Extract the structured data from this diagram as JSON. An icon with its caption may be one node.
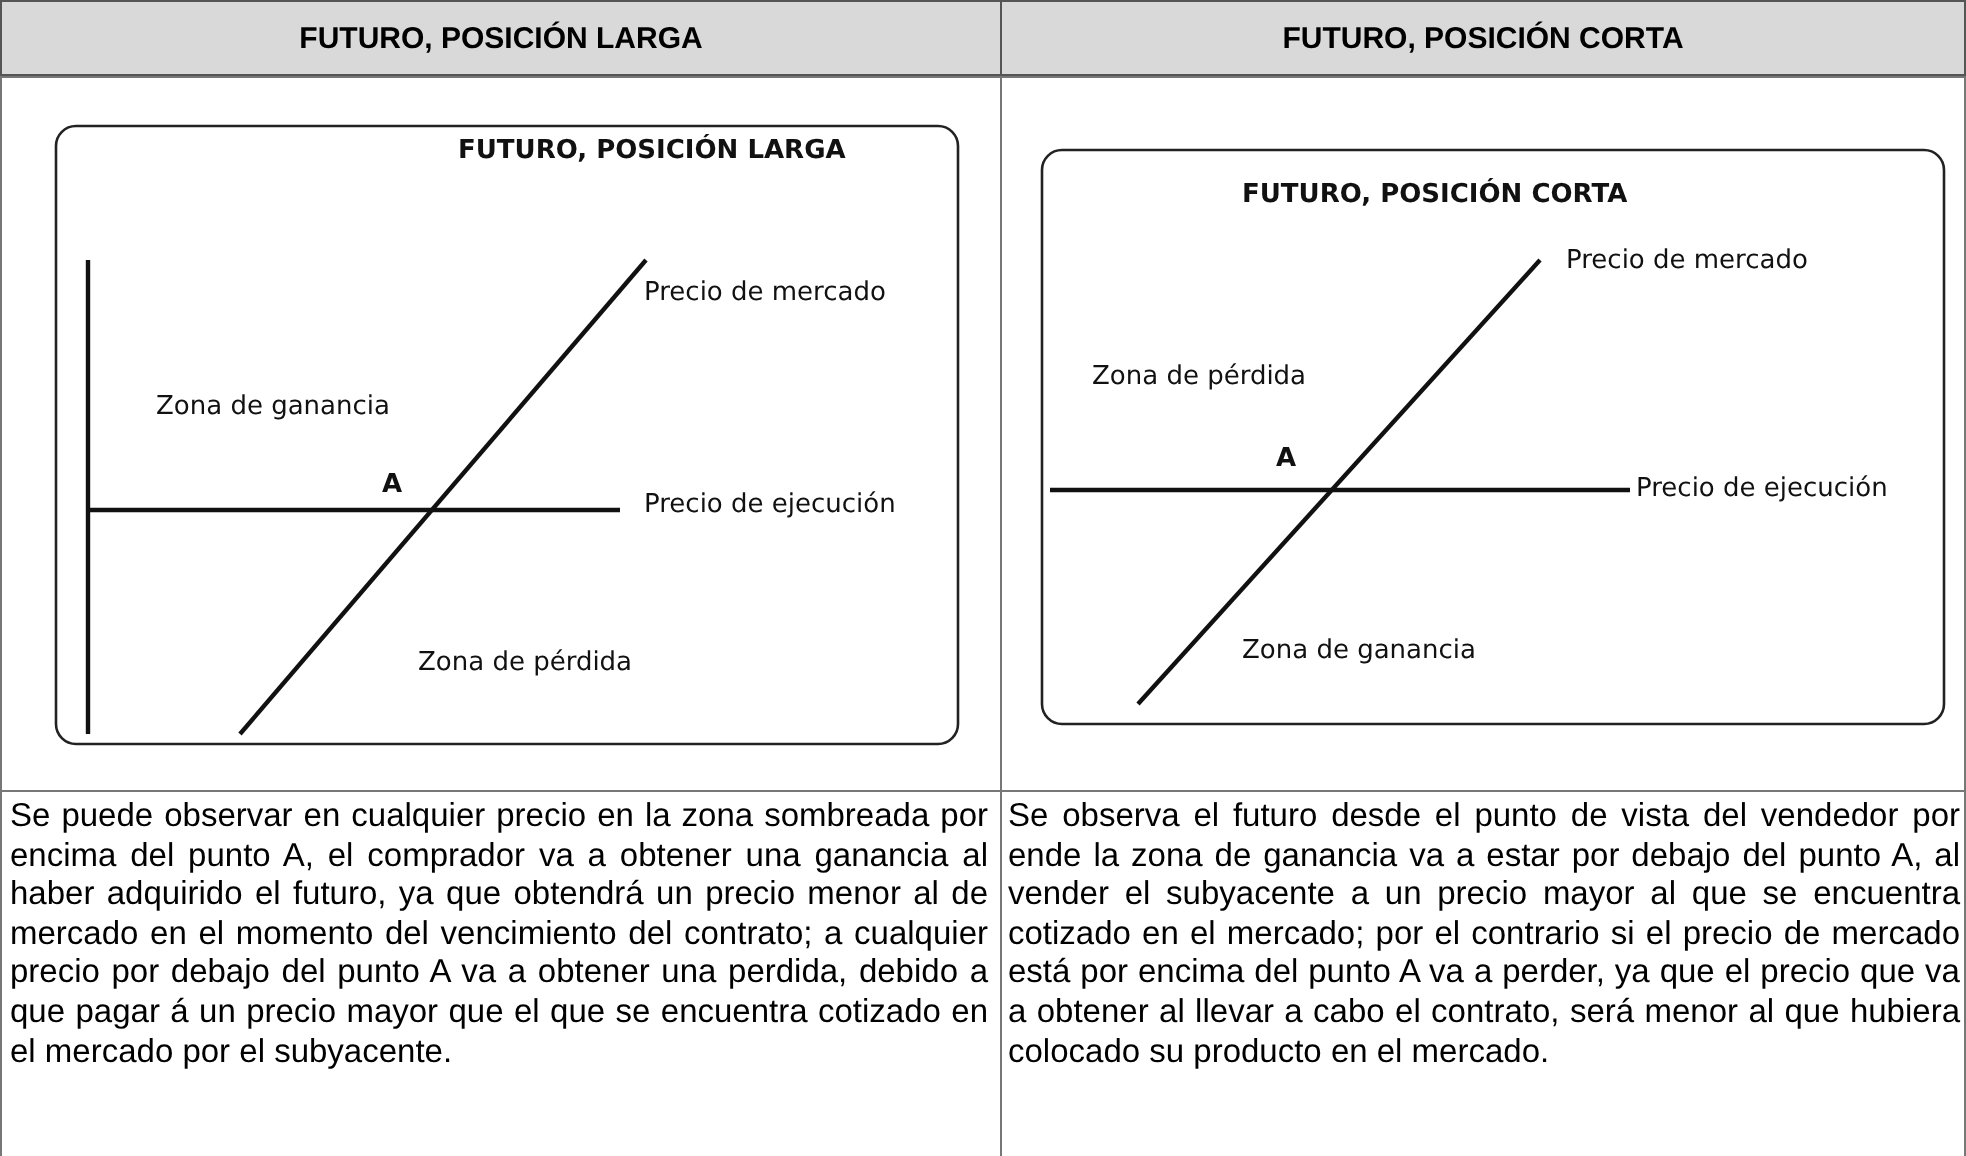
{
  "diagram": {
    "labels": [
      "FUTURO, POSICIÓN LARGA",
      "FUTURO, POSICIÓN CORTA",
      "FUTURO, POSICIÓN LARGA",
      "Precio de mercado",
      "Zona de ganancia",
      "A",
      "Precio de ejecución",
      "Zona de pérdida",
      "FUTURO, POSICIÓN CORTA",
      "Precio de mercado",
      "Zona de pérdida",
      "A",
      "Precio de ejecución",
      "Zona de ganancia",
      "Se puede observar en cualquier precio en la zona sombreada por encima del punto A, el comprador va a obtener una ganancia al haber adquirido el futuro, ya que obtendrá un precio menor al de mercado en el momento del vencimiento del contrato; a cualquier precio por debajo del punto A va a obtener una perdida, debido a que pagar á un precio mayor que el que se encuentra cotizado en el mercado por el subyacente.",
      "Se observa el futuro desde el punto de vista del vendedor por ende la zona de ganancia va a estar por debajo del punto A, al vender el subyacente a un precio mayor al que se encuentra cotizado en el mercado; por el contrario si el precio de mercado está por encima del punto A va a perder, ya que el precio que va a obtener al llevar a cabo el contrato, será menor al que hubiera colocado su producto en el mercado."
    ]
  }
}
